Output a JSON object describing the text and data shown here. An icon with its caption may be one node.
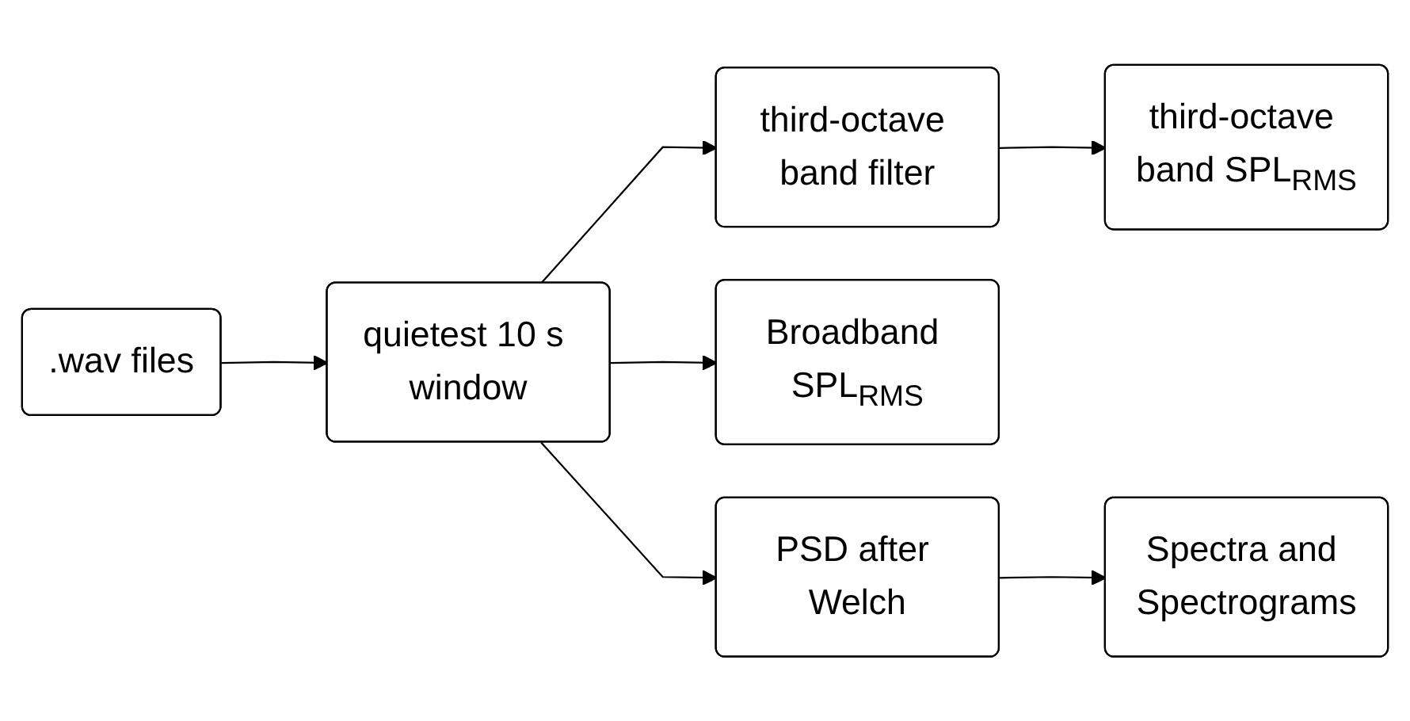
{
  "diagram": {
    "nodes": [
      {
        "text": [
          ".wav files"
        ]
      },
      {
        "text": [
          "quietest 10 s window"
        ]
      },
      {
        "text": [
          "third-octave band filter"
        ]
      },
      {
        "text": [
          "third-octave band SPL$_{RMS}$"
        ]
      },
      {
        "text": [
          "Broadband SPL$_{RMS}$"
        ]
      },
      {
        "text": [
          "PSD after Welch"
        ]
      },
      {
        "text": [
          "Spectra and Spectrograms"
        ]
      }
    ],
    "edges": [
      {
        "from": 0,
        "to": 1,
        "arrow": "to"
      },
      {
        "from": 1,
        "to": 2,
        "arrow": "to"
      },
      {
        "from": 1,
        "to": 4,
        "arrow": "to"
      },
      {
        "from": 1,
        "to": 5,
        "arrow": "to"
      },
      {
        "from": 2,
        "to": 3,
        "arrow": "to"
      },
      {
        "from": 5,
        "to": 6,
        "arrow": "to"
      }
    ]
  }
}
